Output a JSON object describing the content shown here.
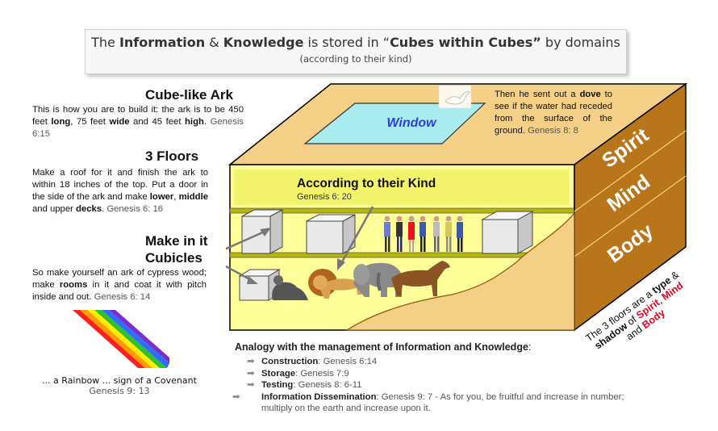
{
  "header": {
    "p1": "The ",
    "b1": "Information",
    "p2": " & ",
    "b2": "Knowledge",
    "p3": " is stored in “",
    "b3": "Cubes within Cubes”",
    "p4": " by domains",
    "line2": "(according to their kind)"
  },
  "cube_ark": {
    "title": "Cube-like Ark",
    "t1": "This is how you are to build it: the ark is to be 450 feet ",
    "b1": "long",
    "t2": ", 75 feet ",
    "b2": "wide",
    "t3": " and 45 feet ",
    "b3": "high",
    "t4": ".",
    "ref": "Genesis 6:15"
  },
  "floors": {
    "title": "3 Floors",
    "t1": "Make a roof for it and finish the ark to within 18 inches of the top. Put a door in the side of the ark and make ",
    "b1": "lower",
    "t2": ", ",
    "b2": "middle",
    "t3": " and upper ",
    "b3": "decks",
    "t4": ".",
    "ref": "Genesis 6: 16"
  },
  "cubicles": {
    "title_line1": "Make in it",
    "title_line2": "Cubicles",
    "t1": "So make yourself an ark of cypress wood; make ",
    "b1": "rooms",
    "t2": " in it and coat it with pitch inside and out.",
    "ref": "Genesis 6: 14"
  },
  "rainbow": {
    "caption": "... a Rainbow ... sign of a Covenant",
    "ref": "Genesis 9: 13"
  },
  "dove": {
    "t1": "Then he sent out a ",
    "b1": "dove",
    "t2": " to see if the water had receded from the surface of the ground.",
    "ref": "Genesis 8: 8"
  },
  "diagram": {
    "window_label": "Window",
    "kind_label": "According to their Kind",
    "kind_ref": "Genesis 6: 20",
    "side_labels": [
      "Spirit",
      "Mind",
      "Body"
    ],
    "type_note": {
      "t1": "The 3 floors are a ",
      "b1": "type",
      "t2": " &",
      "b2": "shadow",
      "t3": " of ",
      "r1": "Spirit",
      "t4": ", ",
      "r2": "Mind",
      "t5": "and ",
      "r3": "Body"
    }
  },
  "analogy": {
    "title": "Analogy with the management of Information and Knowledge",
    "title_suffix": ":",
    "items": [
      {
        "label": "Construction",
        "text": ": Genesis 6:14"
      },
      {
        "label": "Storage",
        "text": ": Genesis 7:9"
      },
      {
        "label": "Testing",
        "text": ": Genesis 8: 6-11"
      },
      {
        "label": "Information Dissemination",
        "text": ": Genesis 9: 7 -   As for you, be fruitful and increase in number; multiply on the earth and increase upon it."
      }
    ]
  },
  "colors": {
    "wood": "#b8751a",
    "wood_dark": "#8a540f",
    "roof": "#f4cf86",
    "interior": "#ffff99",
    "floor_band": "#b7b70a",
    "window": "#a8ecef",
    "window_text": "#2a3fd6",
    "highlight_red": "#e8001c"
  }
}
